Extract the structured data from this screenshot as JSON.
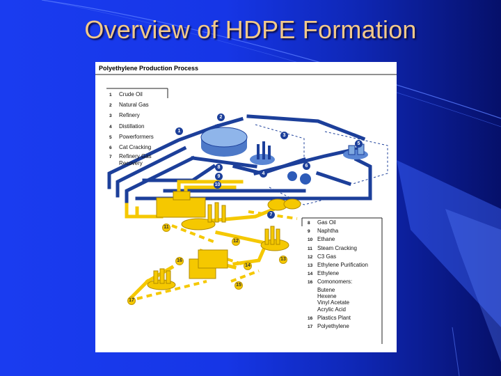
{
  "slide": {
    "title": "Overview of HDPE Formation"
  },
  "figure": {
    "title": "Polyethylene Production Process",
    "legend_left": [
      {
        "num": "1",
        "text": "Crude Oil"
      },
      {
        "num": "2",
        "text": "Natural Gas"
      },
      {
        "num": "3",
        "text": "Refinery"
      },
      {
        "num": "4",
        "text": "Distillation"
      },
      {
        "num": "5",
        "text": "Powerformers"
      },
      {
        "num": "6",
        "text": "Cat Cracking"
      },
      {
        "num": "7",
        "text": "Refinery Gas"
      },
      {
        "num": "",
        "text": "Recovery"
      }
    ],
    "legend_right": [
      {
        "num": "8",
        "text": "Gas Oil"
      },
      {
        "num": "9",
        "text": "Naphtha"
      },
      {
        "num": "10",
        "text": "Ethane"
      },
      {
        "num": "11",
        "text": "Steam Cracking"
      },
      {
        "num": "12",
        "text": "C3 Gas"
      },
      {
        "num": "13",
        "text": "Ethylene Purification"
      },
      {
        "num": "14",
        "text": "Ethylene"
      },
      {
        "num": "16",
        "text": "Comonomers:"
      },
      {
        "num": "",
        "text": "Butene"
      },
      {
        "num": "",
        "text": "Hexene"
      },
      {
        "num": "",
        "text": "Vinyl Acetate"
      },
      {
        "num": "",
        "text": "Acrylic Acid"
      },
      {
        "num": "16",
        "text": "Plastics Plant"
      },
      {
        "num": "17",
        "text": "Polyethylene"
      }
    ],
    "callouts_blue": [
      "1",
      "2",
      "3",
      "4",
      "5",
      "6",
      "7",
      "8",
      "9",
      "10"
    ],
    "callouts_yellow": [
      "11",
      "12",
      "13",
      "14",
      "15",
      "16",
      "17"
    ],
    "colors": {
      "pipe_blue": "#1c3f9a",
      "unit_yellow": "#f5c800",
      "tank_light": "#7fa9e0"
    }
  }
}
